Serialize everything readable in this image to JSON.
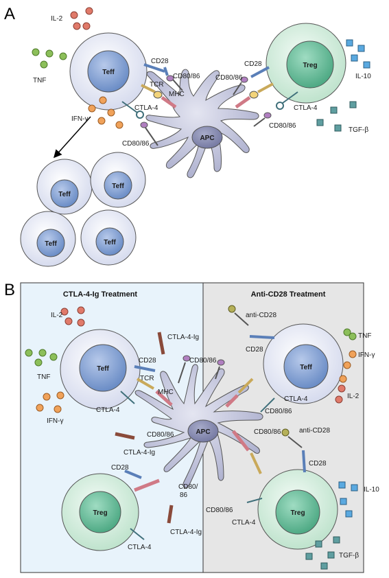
{
  "panel_a": {
    "letter": "A",
    "cell_labels": {
      "teff": "Teff",
      "treg": "Treg",
      "apc": "APC"
    },
    "molecules": {
      "cd28_left": "CD28",
      "cd80_86_a1": "CD80/86",
      "tcr": "TCR",
      "mhc": "MHC",
      "ctla4_left": "CTLA-4",
      "cd80_86_a2": "CD80/86",
      "cd28_right": "CD28",
      "cd80_86_a3": "CD80/86",
      "ctla4_right": "CTLA-4",
      "cd80_86_a4": "CD80/86"
    },
    "cytokines": {
      "il2": "IL-2",
      "tnf": "TNF",
      "ifng": "IFN-γ",
      "il10": "IL-10",
      "tgfb": "TGF-β"
    }
  },
  "panel_b": {
    "letter": "B",
    "left_header": "CTLA-4-Ig Treatment",
    "right_header": "Anti-CD28 Treatment",
    "cell_labels": {
      "teff_left": "Teff",
      "teff_right": "Teff",
      "treg_left": "Treg",
      "treg_right": "Treg",
      "apc": "APC"
    },
    "molecules": {
      "ctla4ig_1": "CTLA-4-Ig",
      "cd28_l1": "CD28",
      "cd80_86_top": "CD80/86",
      "tcr": "TCR",
      "mhc": "MHC",
      "ctla4_l1": "CTLA-4",
      "cd80_86_l2": "CD80/86",
      "ctla4ig_2": "CTLA-4-Ig",
      "cd28_l2": "CD28",
      "cd80_l3": "CD80/",
      "cd80_l3b": "86",
      "ctla4ig_3": "CTLA-4-Ig",
      "ctla4_l2": "CTLA-4",
      "anti_cd28_1": "anti-CD28",
      "cd28_r1": "CD28",
      "ctla4_r1": "CTLA-4",
      "cd80_86_r1": "CD80/86",
      "cd80_86_r2": "CD80/86",
      "anti_cd28_2": "anti-CD28",
      "cd28_r2": "CD28",
      "cd80_86_r3": "CD80/86",
      "ctla4_r2": "CTLA-4"
    },
    "cytokines": {
      "il2_left": "IL-2",
      "tnf_left": "TNF",
      "ifng_left": "IFN-γ",
      "tnf_right": "TNF",
      "ifng_right": "IFN-γ",
      "il2_right": "IL-2",
      "il10": "IL-10",
      "tgfb": "TGF-β"
    }
  },
  "colors": {
    "teff_nucleus": "#8aa6d4",
    "treg_nucleus": "#6fc3a1",
    "treg_outer": "#d8efe3",
    "cell_outer": "#e9ecf6",
    "apc": "#c9cbe0",
    "il2": "#e07a6a",
    "tnf": "#8cbf5a",
    "ifng": "#f0a25a",
    "il10": "#5aa9e0",
    "tgfb": "#5f9ea0",
    "left_bg": "#e8f3fb",
    "right_bg": "#e6e6e6"
  }
}
